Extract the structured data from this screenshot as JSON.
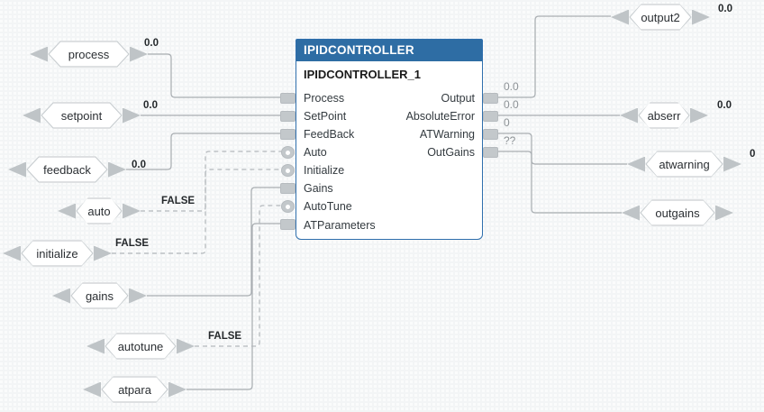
{
  "editor": {
    "grid_color": "#eceeef",
    "canvas_background": "#fbfcfc"
  },
  "function_block": {
    "type_name": "IPIDCONTROLLER",
    "instance_name": "IPIDCONTROLLER_1",
    "header_color": "#2e6da4",
    "border_color": "#2f6fad",
    "inputs": [
      {
        "label": "Process",
        "pin": "data-pin"
      },
      {
        "label": "SetPoint",
        "pin": "data-pin"
      },
      {
        "label": "FeedBack",
        "pin": "data-pin"
      },
      {
        "label": "Auto",
        "pin": "bool-pin"
      },
      {
        "label": "Initialize",
        "pin": "bool-pin"
      },
      {
        "label": "Gains",
        "pin": "data-pin"
      },
      {
        "label": "AutoTune",
        "pin": "bool-pin"
      },
      {
        "label": "ATParameters",
        "pin": "data-pin"
      }
    ],
    "outputs": [
      {
        "label": "Output",
        "pin": "data-pin",
        "value": "0.0"
      },
      {
        "label": "AbsoluteError",
        "pin": "data-pin",
        "value": "0.0"
      },
      {
        "label": "ATWarning",
        "pin": "data-pin",
        "value": "0"
      },
      {
        "label": "OutGains",
        "pin": "data-pin",
        "value": "??"
      }
    ]
  },
  "input_variables": [
    {
      "name": "process",
      "value": "0.0",
      "kind": "numeric"
    },
    {
      "name": "setpoint",
      "value": "0.0",
      "kind": "numeric"
    },
    {
      "name": "feedback",
      "value": "0.0",
      "kind": "numeric"
    },
    {
      "name": "auto",
      "value": "FALSE",
      "kind": "boolean"
    },
    {
      "name": "initialize",
      "value": "FALSE",
      "kind": "boolean"
    },
    {
      "name": "gains",
      "value": "",
      "kind": "struct"
    },
    {
      "name": "autotune",
      "value": "FALSE",
      "kind": "boolean"
    },
    {
      "name": "atpara",
      "value": "",
      "kind": "struct"
    }
  ],
  "output_variables": [
    {
      "name": "output2",
      "value": "0.0",
      "kind": "numeric"
    },
    {
      "name": "abserr",
      "value": "0.0",
      "kind": "numeric"
    },
    {
      "name": "atwarning",
      "value": "0",
      "kind": "numeric"
    },
    {
      "name": "outgains",
      "value": "",
      "kind": "struct"
    }
  ]
}
